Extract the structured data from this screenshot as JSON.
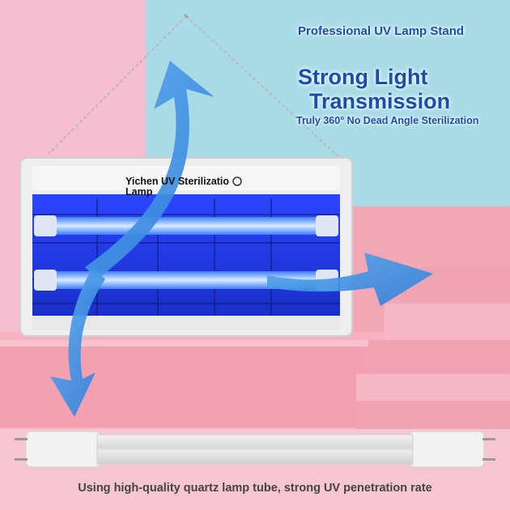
{
  "texts": {
    "stand": "Professional UV Lamp Stand",
    "headline_line1": "Strong Light",
    "headline_line2": "Transmission",
    "subheadline": "Truly 360° No Dead Angle Sterilization",
    "brand_line1": "Yichen UV Sterilizatio",
    "brand_line2": "Lamp",
    "caption": "Using high-quality quartz lamp tube, strong UV penetration rate"
  },
  "icons": [
    "hanging-chain",
    "uv-lamp-fixture",
    "arrow-up",
    "arrow-down-left",
    "arrow-right",
    "quartz-tube",
    "logo-icon"
  ],
  "colors": {
    "headline": "#1a4ea8",
    "uv_glow": "#1f3fe0",
    "bg_pink": "#f4bfd0",
    "bg_blue": "#a9dbe6"
  }
}
